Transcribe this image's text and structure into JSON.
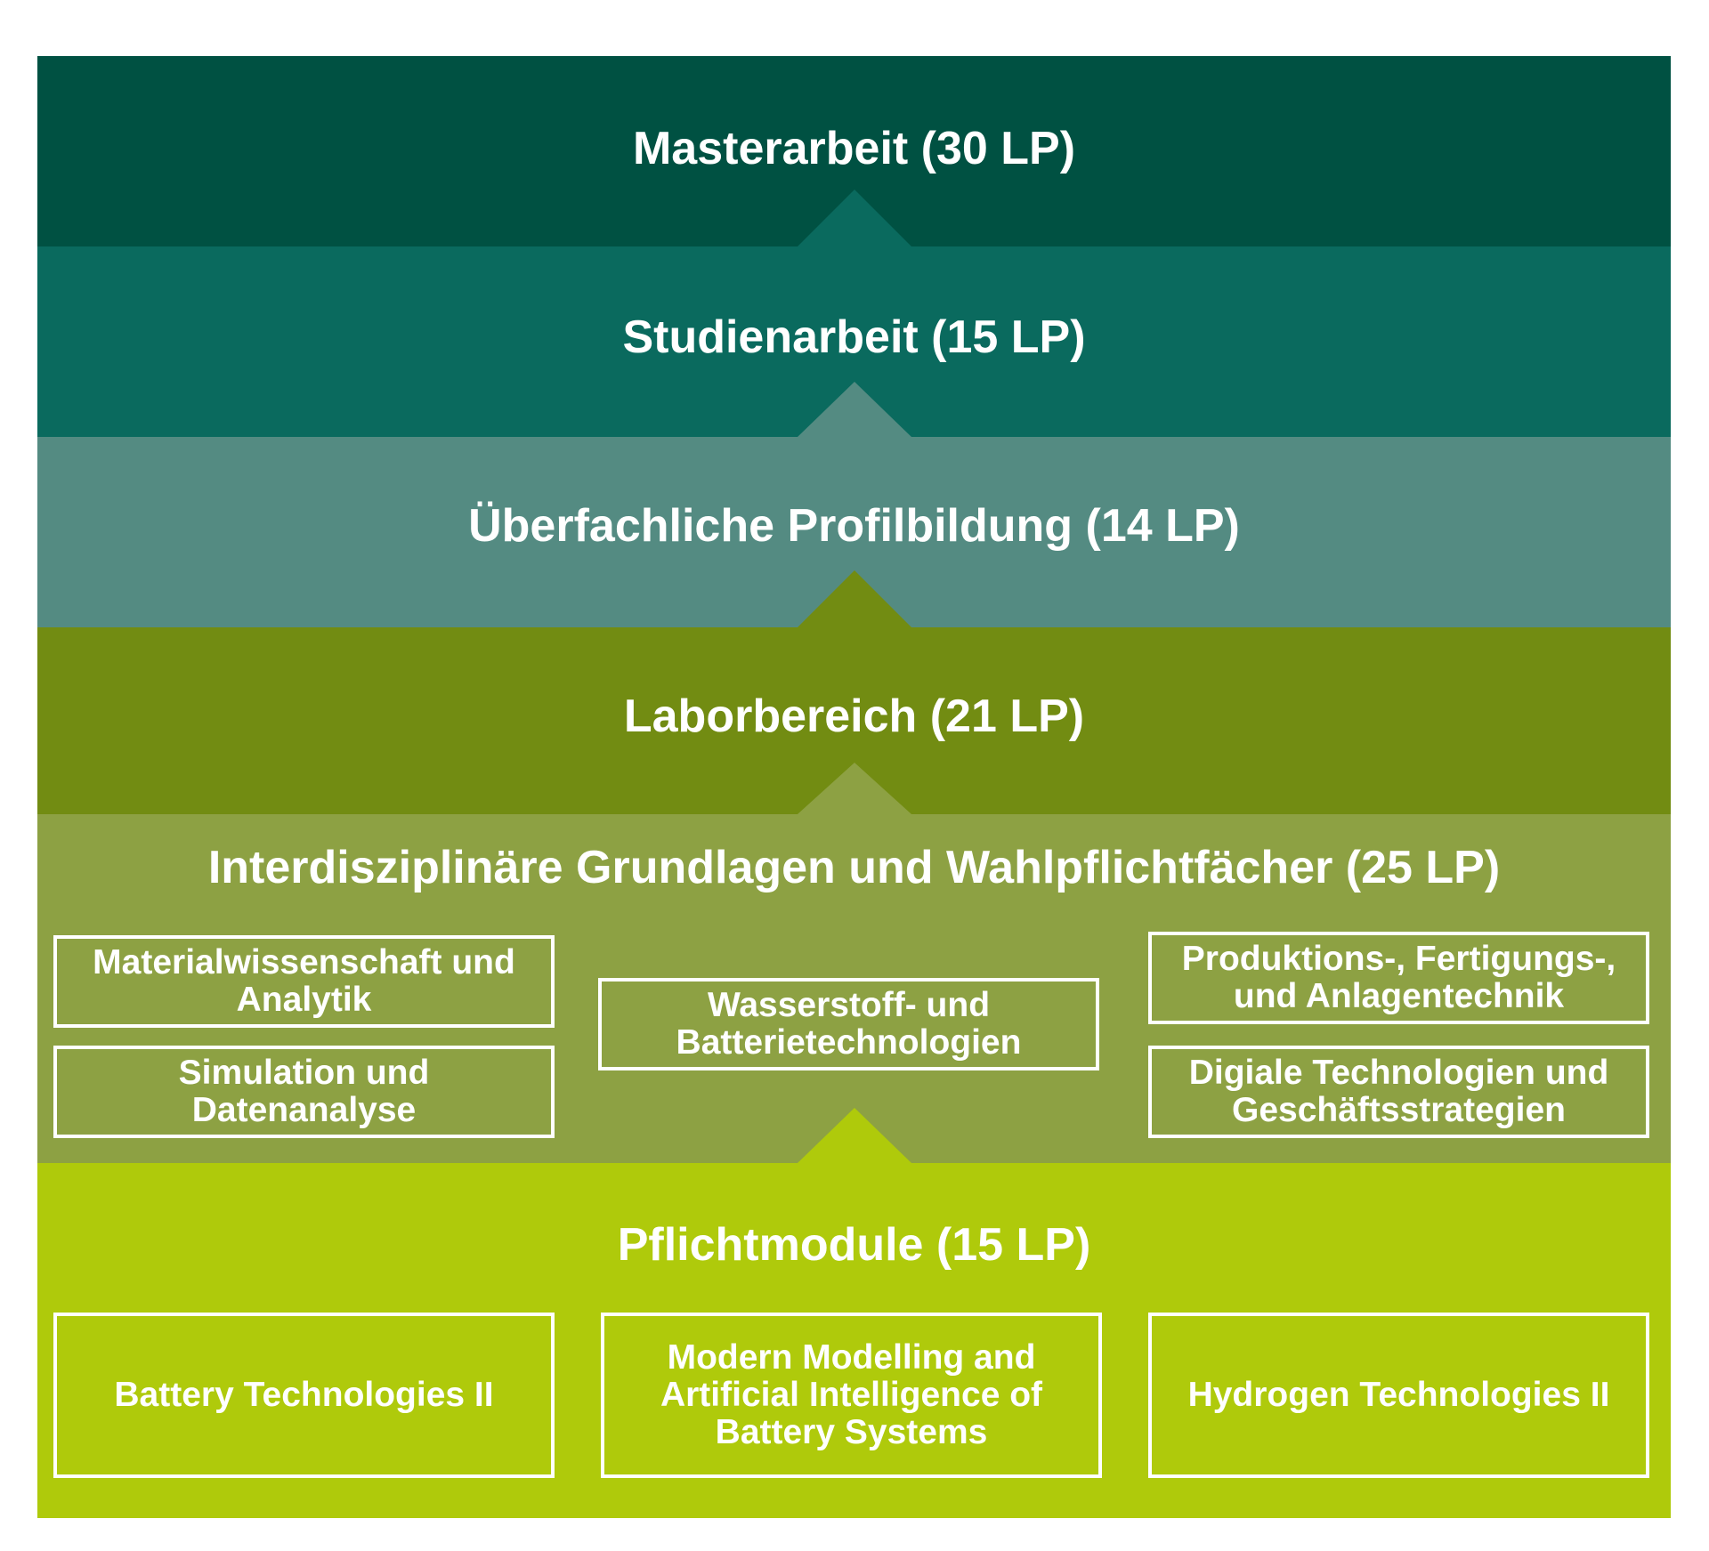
{
  "colors": {
    "masterarbeit": "#005142",
    "studienarbeit": "#0a6a5e",
    "profilbildung": "#548b82",
    "laborbereich": "#728c12",
    "grundlagen": "#8da143",
    "pflichtmodule": "#afca0b",
    "text": "#ffffff"
  },
  "tiers": {
    "masterarbeit": {
      "title": "Masterarbeit (30 LP)"
    },
    "studienarbeit": {
      "title": "Studienarbeit (15 LP)"
    },
    "profilbildung": {
      "title": "Überfachliche Profilbildung (14 LP)"
    },
    "laborbereich": {
      "title": "Laborbereich (21 LP)"
    },
    "grundlagen": {
      "title": "Interdisziplinäre Grundlagen und Wahlpflichtfächer (25 LP)",
      "modules": {
        "materialwissenschaft": "Materialwissenschaft und Analytik",
        "simulation": "Simulation und Datenanalyse",
        "wasserstoff": "Wasserstoff- und Batterietechnologien",
        "produktion": "Produktions-, Fertigungs-, und Anlagentechnik",
        "digital": "Digiale Technologien und Geschäftsstrategien"
      }
    },
    "pflichtmodule": {
      "title": "Pflichtmodule (15 LP)",
      "modules": {
        "battery": "Battery Technologies II",
        "modelling": "Modern Modelling and Artificial Intelligence of Battery Systems",
        "hydrogen": "Hydrogen Technologies II"
      }
    }
  }
}
